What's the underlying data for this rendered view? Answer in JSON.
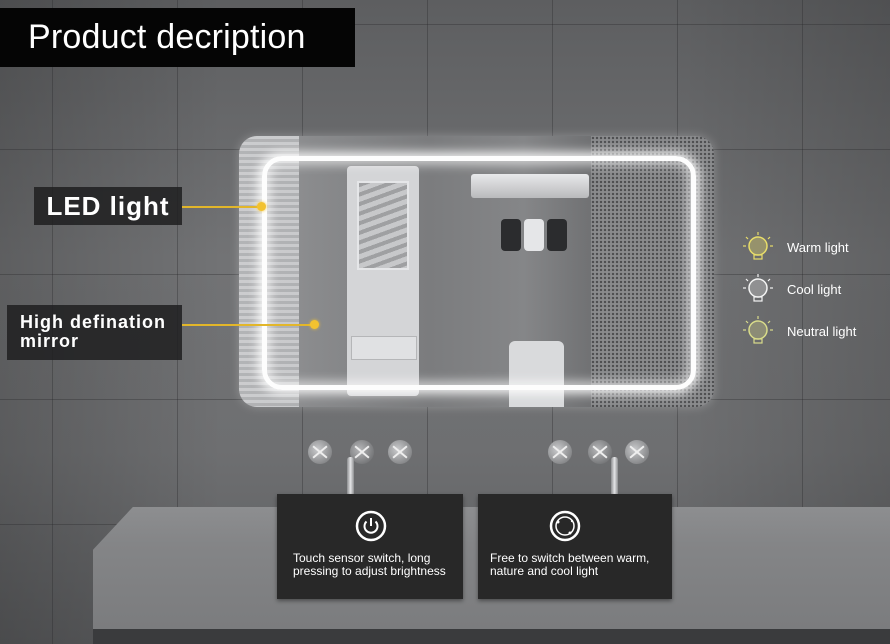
{
  "title": "Product decription",
  "callouts": {
    "led_light": "LED light",
    "hd_mirror_line1": "High defination",
    "hd_mirror_line2": "mirror"
  },
  "light_modes": [
    {
      "label": "Warm light",
      "icon": "bulb-icon",
      "color": "#e8dd6a"
    },
    {
      "label": "Cool light",
      "icon": "bulb-icon",
      "color": "#f4f4f4"
    },
    {
      "label": "Neutral light",
      "icon": "bulb-icon",
      "color": "#d9dc8a"
    }
  ],
  "features": [
    {
      "icon": "power-icon",
      "line1": "Touch sensor switch,  long",
      "line2": "pressing to adjust brightness"
    },
    {
      "icon": "cycle-icon",
      "line1": "Free to switch between warm,",
      "line2": "nature and cool light"
    }
  ],
  "colors": {
    "accent_leader": "#e2b62a",
    "title_bg": "#050505",
    "card_bg": "#282828"
  }
}
